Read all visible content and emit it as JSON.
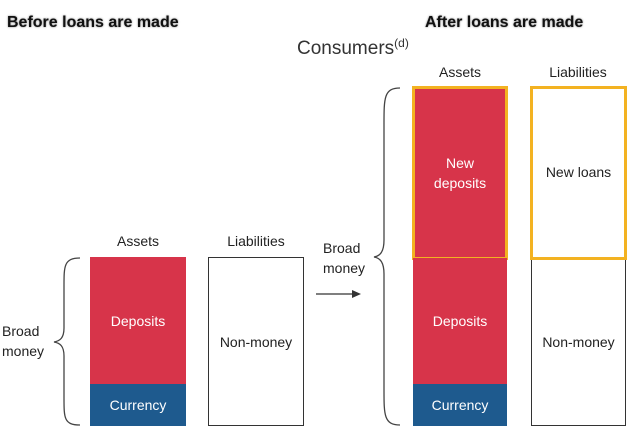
{
  "left_heading": "Before loans are made",
  "right_heading": "After loans are made",
  "subtitle": "Consumers",
  "subtitle_sup": "(d)",
  "before": {
    "assets_label": "Assets",
    "liabilities_label": "Liabilities",
    "broad_money_line1": "Broad",
    "broad_money_line2": "money",
    "deposits": "Deposits",
    "currency": "Currency",
    "non_money": "Non-money"
  },
  "transition": {
    "broad_money_line1": "Broad",
    "broad_money_line2": "money"
  },
  "after": {
    "assets_label": "Assets",
    "liabilities_label": "Liabilities",
    "new_deposits_line1": "New",
    "new_deposits_line2": "deposits",
    "new_loans": "New loans",
    "deposits": "Deposits",
    "currency": "Currency",
    "non_money": "Non-money"
  },
  "colors": {
    "deposits_red": "#d7344a",
    "currency_blue": "#1e5a8e",
    "highlight_yellow": "#f3b221"
  }
}
